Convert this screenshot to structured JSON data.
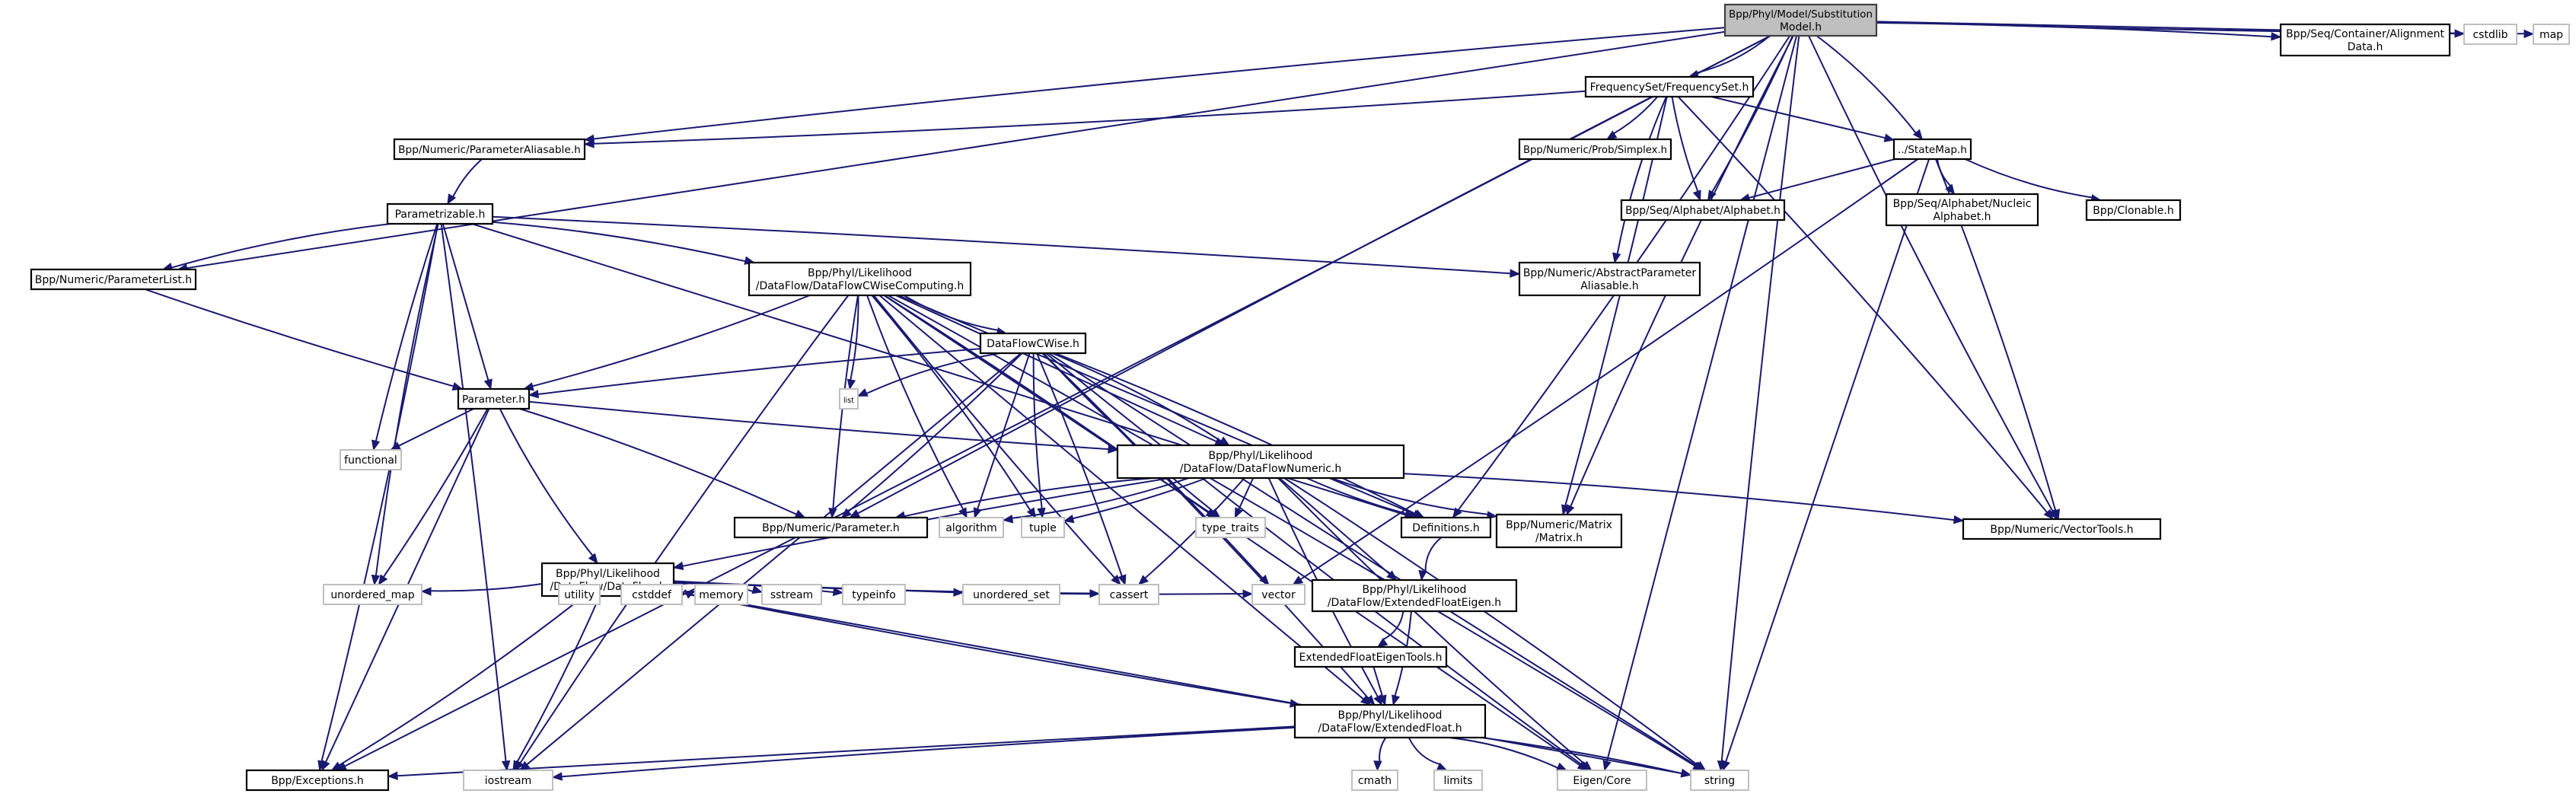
{
  "title": "Include dependency graph for Bpp/Phyl/Model/SubstitutionModel.h",
  "colors": {
    "edge": "#191970",
    "root_fill": "#bfbfbf",
    "node_border": "#000000",
    "external_border": "#bfbfbf",
    "background": "#ffffff"
  },
  "nodes": [
    {
      "id": "root",
      "lines": [
        "Bpp/Phyl/Model/Substitution",
        "Model.h"
      ],
      "kind": "root"
    },
    {
      "id": "freqset",
      "lines": [
        "FrequencySet/FrequencySet.h"
      ],
      "kind": "doc"
    },
    {
      "id": "alignmentdata",
      "lines": [
        "Bpp/Seq/Container/Alignment",
        "Data.h"
      ],
      "kind": "doc"
    },
    {
      "id": "cstdlib",
      "lines": [
        "cstdlib"
      ],
      "kind": "ext"
    },
    {
      "id": "map",
      "lines": [
        "map"
      ],
      "kind": "ext"
    },
    {
      "id": "paramaliasable",
      "lines": [
        "Bpp/Numeric/ParameterAliasable.h"
      ],
      "kind": "doc"
    },
    {
      "id": "simplex",
      "lines": [
        "Bpp/Numeric/Prob/Simplex.h"
      ],
      "kind": "doc"
    },
    {
      "id": "statemap",
      "lines": [
        "../StateMap.h"
      ],
      "kind": "doc"
    },
    {
      "id": "parametrizable",
      "lines": [
        "Parametrizable.h"
      ],
      "kind": "doc"
    },
    {
      "id": "alphabet",
      "lines": [
        "Bpp/Seq/Alphabet/Alphabet.h"
      ],
      "kind": "doc"
    },
    {
      "id": "nucleicalphabet",
      "lines": [
        "Bpp/Seq/Alphabet/Nucleic",
        "Alphabet.h"
      ],
      "kind": "doc"
    },
    {
      "id": "clonable",
      "lines": [
        "Bpp/Clonable.h"
      ],
      "kind": "doc"
    },
    {
      "id": "paramlist",
      "lines": [
        "Bpp/Numeric/ParameterList.h"
      ],
      "kind": "doc"
    },
    {
      "id": "cwisecomputing",
      "lines": [
        "Bpp/Phyl/Likelihood",
        "/DataFlow/DataFlowCWiseComputing.h"
      ],
      "kind": "doc"
    },
    {
      "id": "abstractparamaliasable",
      "lines": [
        "Bpp/Numeric/AbstractParameter",
        "Aliasable.h"
      ],
      "kind": "doc"
    },
    {
      "id": "dataflowcwise",
      "lines": [
        "DataFlowCWise.h"
      ],
      "kind": "doc"
    },
    {
      "id": "parameter_h",
      "lines": [
        "Parameter.h"
      ],
      "kind": "doc"
    },
    {
      "id": "list",
      "lines": [
        "list"
      ],
      "kind": "ext"
    },
    {
      "id": "functional",
      "lines": [
        "functional"
      ],
      "kind": "ext"
    },
    {
      "id": "dataflownumeric",
      "lines": [
        "Bpp/Phyl/Likelihood",
        "/DataFlow/DataFlowNumeric.h"
      ],
      "kind": "doc"
    },
    {
      "id": "dataflow",
      "lines": [
        "Bpp/Phyl/Likelihood",
        "/DataFlow/DataFlow.h"
      ],
      "kind": "doc"
    },
    {
      "id": "numparameter",
      "lines": [
        "Bpp/Numeric/Parameter.h"
      ],
      "kind": "doc"
    },
    {
      "id": "algorithm",
      "lines": [
        "algorithm"
      ],
      "kind": "ext"
    },
    {
      "id": "tuple",
      "lines": [
        "tuple"
      ],
      "kind": "ext"
    },
    {
      "id": "typetraits",
      "lines": [
        "type_traits"
      ],
      "kind": "ext"
    },
    {
      "id": "definitions",
      "lines": [
        "Definitions.h"
      ],
      "kind": "doc"
    },
    {
      "id": "matrix",
      "lines": [
        "Bpp/Numeric/Matrix",
        "/Matrix.h"
      ],
      "kind": "doc"
    },
    {
      "id": "vectortools",
      "lines": [
        "Bpp/Numeric/VectorTools.h"
      ],
      "kind": "doc"
    },
    {
      "id": "unorderedmap",
      "lines": [
        "unordered_map"
      ],
      "kind": "ext"
    },
    {
      "id": "utility",
      "lines": [
        "utility"
      ],
      "kind": "ext"
    },
    {
      "id": "cstddef",
      "lines": [
        "cstddef"
      ],
      "kind": "ext"
    },
    {
      "id": "memory",
      "lines": [
        "memory"
      ],
      "kind": "ext"
    },
    {
      "id": "sstream",
      "lines": [
        "sstream"
      ],
      "kind": "ext"
    },
    {
      "id": "typeinfo",
      "lines": [
        "typeinfo"
      ],
      "kind": "ext"
    },
    {
      "id": "unorderedset",
      "lines": [
        "unordered_set"
      ],
      "kind": "ext"
    },
    {
      "id": "cassert",
      "lines": [
        "cassert"
      ],
      "kind": "ext"
    },
    {
      "id": "vector",
      "lines": [
        "vector"
      ],
      "kind": "ext"
    },
    {
      "id": "extfloateigen",
      "lines": [
        "Bpp/Phyl/Likelihood",
        "/DataFlow/ExtendedFloatEigen.h"
      ],
      "kind": "doc"
    },
    {
      "id": "extfloateigentools",
      "lines": [
        "ExtendedFloatEigenTools.h"
      ],
      "kind": "doc"
    },
    {
      "id": "extfloat",
      "lines": [
        "Bpp/Phyl/Likelihood",
        "/DataFlow/ExtendedFloat.h"
      ],
      "kind": "doc"
    },
    {
      "id": "exceptions",
      "lines": [
        "Bpp/Exceptions.h"
      ],
      "kind": "doc"
    },
    {
      "id": "iostream",
      "lines": [
        "iostream"
      ],
      "kind": "ext"
    },
    {
      "id": "cmath",
      "lines": [
        "cmath"
      ],
      "kind": "ext"
    },
    {
      "id": "limits",
      "lines": [
        "limits"
      ],
      "kind": "ext"
    },
    {
      "id": "eigencore",
      "lines": [
        "Eigen/Core"
      ],
      "kind": "ext"
    },
    {
      "id": "string",
      "lines": [
        "string"
      ],
      "kind": "ext"
    }
  ],
  "edges": [
    [
      "root",
      "freqset"
    ],
    [
      "root",
      "alignmentdata"
    ],
    [
      "root",
      "cstdlib"
    ],
    [
      "root",
      "map"
    ],
    [
      "root",
      "paramaliasable"
    ],
    [
      "root",
      "statemap"
    ],
    [
      "root",
      "alphabet"
    ],
    [
      "root",
      "paramlist"
    ],
    [
      "root",
      "numparameter"
    ],
    [
      "root",
      "vectortools"
    ],
    [
      "root",
      "definitions"
    ],
    [
      "root",
      "exceptions"
    ],
    [
      "root",
      "eigencore"
    ],
    [
      "root",
      "string"
    ],
    [
      "root",
      "matrix"
    ],
    [
      "freqset",
      "paramaliasable"
    ],
    [
      "freqset",
      "simplex"
    ],
    [
      "freqset",
      "statemap"
    ],
    [
      "freqset",
      "alphabet"
    ],
    [
      "freqset",
      "abstractparamaliasable"
    ],
    [
      "freqset",
      "vectortools"
    ],
    [
      "freqset",
      "matrix"
    ],
    [
      "statemap",
      "alphabet"
    ],
    [
      "statemap",
      "nucleicalphabet"
    ],
    [
      "statemap",
      "clonable"
    ],
    [
      "statemap",
      "vectortools"
    ],
    [
      "statemap",
      "vector"
    ],
    [
      "statemap",
      "string"
    ],
    [
      "paramaliasable",
      "parametrizable"
    ],
    [
      "parametrizable",
      "paramlist"
    ],
    [
      "parametrizable",
      "cwisecomputing"
    ],
    [
      "parametrizable",
      "abstractparamaliasable"
    ],
    [
      "parametrizable",
      "parameter_h"
    ],
    [
      "parametrizable",
      "functional"
    ],
    [
      "parametrizable",
      "unorderedmap"
    ],
    [
      "parametrizable",
      "exceptions"
    ],
    [
      "parametrizable",
      "iostream"
    ],
    [
      "parametrizable",
      "definitions"
    ],
    [
      "paramlist",
      "parameter_h"
    ],
    [
      "cwisecomputing",
      "dataflowcwise"
    ],
    [
      "cwisecomputing",
      "parameter_h"
    ],
    [
      "cwisecomputing",
      "list"
    ],
    [
      "cwisecomputing",
      "dataflownumeric"
    ],
    [
      "cwisecomputing",
      "numparameter"
    ],
    [
      "cwisecomputing",
      "algorithm"
    ],
    [
      "cwisecomputing",
      "tuple"
    ],
    [
      "cwisecomputing",
      "typetraits"
    ],
    [
      "cwisecomputing",
      "definitions"
    ],
    [
      "cwisecomputing",
      "cassert"
    ],
    [
      "cwisecomputing",
      "iostream"
    ],
    [
      "cwisecomputing",
      "string"
    ],
    [
      "cwisecomputing",
      "eigencore"
    ],
    [
      "cwisecomputing",
      "extfloat"
    ],
    [
      "dataflowcwise",
      "parameter_h"
    ],
    [
      "dataflowcwise",
      "list"
    ],
    [
      "dataflowcwise",
      "dataflownumeric"
    ],
    [
      "dataflowcwise",
      "numparameter"
    ],
    [
      "dataflowcwise",
      "algorithm"
    ],
    [
      "dataflowcwise",
      "tuple"
    ],
    [
      "dataflowcwise",
      "typetraits"
    ],
    [
      "dataflowcwise",
      "definitions"
    ],
    [
      "dataflowcwise",
      "cassert"
    ],
    [
      "dataflowcwise",
      "iostream"
    ],
    [
      "dataflowcwise",
      "string"
    ],
    [
      "dataflowcwise",
      "eigencore"
    ],
    [
      "dataflowcwise",
      "extfloat"
    ],
    [
      "dataflowcwise",
      "vector"
    ],
    [
      "parameter_h",
      "functional"
    ],
    [
      "parameter_h",
      "dataflownumeric"
    ],
    [
      "parameter_h",
      "dataflow"
    ],
    [
      "parameter_h",
      "numparameter"
    ],
    [
      "parameter_h",
      "unorderedmap"
    ],
    [
      "parameter_h",
      "exceptions"
    ],
    [
      "dataflownumeric",
      "dataflow"
    ],
    [
      "dataflownumeric",
      "numparameter"
    ],
    [
      "dataflownumeric",
      "algorithm"
    ],
    [
      "dataflownumeric",
      "tuple"
    ],
    [
      "dataflownumeric",
      "typetraits"
    ],
    [
      "dataflownumeric",
      "definitions"
    ],
    [
      "dataflownumeric",
      "matrix"
    ],
    [
      "dataflownumeric",
      "vectortools"
    ],
    [
      "dataflownumeric",
      "cassert"
    ],
    [
      "dataflownumeric",
      "extfloateigen"
    ],
    [
      "dataflownumeric",
      "extfloat"
    ],
    [
      "dataflownumeric",
      "eigencore"
    ],
    [
      "dataflownumeric",
      "string"
    ],
    [
      "dataflow",
      "unorderedmap"
    ],
    [
      "dataflow",
      "utility"
    ],
    [
      "dataflow",
      "cstddef"
    ],
    [
      "dataflow",
      "memory"
    ],
    [
      "dataflow",
      "sstream"
    ],
    [
      "dataflow",
      "typeinfo"
    ],
    [
      "dataflow",
      "unorderedset"
    ],
    [
      "dataflow",
      "cassert"
    ],
    [
      "dataflow",
      "vector"
    ],
    [
      "dataflow",
      "exceptions"
    ],
    [
      "dataflow",
      "iostream"
    ],
    [
      "dataflow",
      "string"
    ],
    [
      "dataflow",
      "extfloat"
    ],
    [
      "definitions",
      "extfloateigen"
    ],
    [
      "extfloateigen",
      "extfloateigentools"
    ],
    [
      "extfloateigen",
      "extfloat"
    ],
    [
      "extfloateigentools",
      "extfloat"
    ],
    [
      "extfloat",
      "cmath"
    ],
    [
      "extfloat",
      "limits"
    ],
    [
      "extfloat",
      "eigencore"
    ],
    [
      "extfloat",
      "string"
    ],
    [
      "extfloat",
      "exceptions"
    ],
    [
      "extfloat",
      "iostream"
    ]
  ]
}
